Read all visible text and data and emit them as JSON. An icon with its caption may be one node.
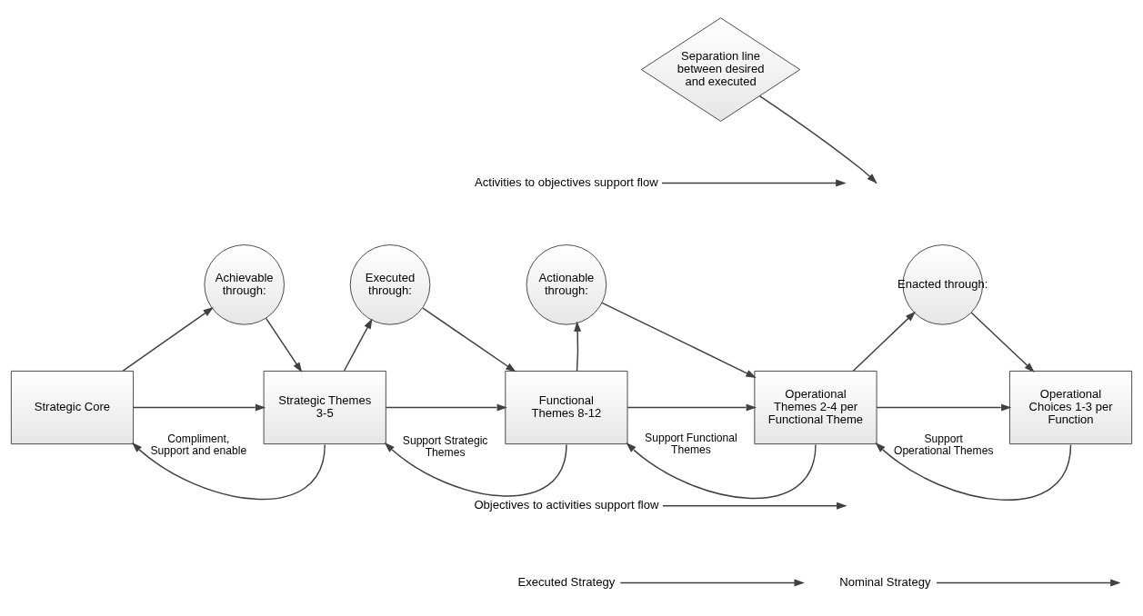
{
  "diagram": {
    "nodes": [
      {
        "text": [
          "Separation line between desired and executed"
        ]
      },
      {
        "text": [
          "Activities to objectives support flow"
        ]
      },
      {
        "text": [
          "Achievable through:"
        ]
      },
      {
        "text": [
          "Executed through:"
        ]
      },
      {
        "text": [
          "Actionable through:"
        ]
      },
      {
        "text": [
          "Enacted through:"
        ]
      },
      {
        "text": [
          "Strategic Core"
        ]
      },
      {
        "text": [
          "Strategic Themes 3-5"
        ]
      },
      {
        "text": [
          "Functional Themes 8-12"
        ]
      },
      {
        "text": [
          "Operational Themes 2-4 per Functional Theme"
        ]
      },
      {
        "text": [
          "Operational Choices 1-3 per Function"
        ]
      },
      {
        "text": [
          "Objectives to activities support flow"
        ]
      },
      {
        "text": [
          "Nominal Strategy"
        ]
      },
      {
        "text": [
          "Executed Strategy"
        ]
      }
    ],
    "edges": [
      {
        "from": 0,
        "to": null,
        "arrow": "to"
      },
      {
        "from": 1,
        "to": null,
        "arrow": "to"
      },
      {
        "from": 11,
        "to": null,
        "arrow": "to"
      },
      {
        "from": 12,
        "to": null,
        "arrow": "to"
      },
      {
        "from": 13,
        "to": null,
        "arrow": "to"
      },
      {
        "from": 6,
        "to": 2,
        "arrow": "to"
      },
      {
        "from": 2,
        "to": 7,
        "arrow": "to"
      },
      {
        "from": 7,
        "to": 3,
        "arrow": "to"
      },
      {
        "from": 3,
        "to": 8,
        "arrow": "to"
      },
      {
        "from": 8,
        "to": 4,
        "arrow": "to"
      },
      {
        "from": 4,
        "to": 9,
        "arrow": "to"
      },
      {
        "from": 9,
        "to": 5,
        "arrow": "to"
      },
      {
        "from": 5,
        "to": 10,
        "arrow": "to"
      },
      {
        "from": 6,
        "to": 7,
        "arrow": "to"
      },
      {
        "from": 7,
        "to": 8,
        "arrow": "to"
      },
      {
        "from": 8,
        "to": 9,
        "arrow": "to"
      },
      {
        "from": 9,
        "to": 10,
        "arrow": "to"
      },
      {
        "from": 7,
        "to": 6,
        "label": "Compliment, Support and enable",
        "arrow": "to"
      },
      {
        "from": 8,
        "to": 7,
        "label": "Support Strategic Themes",
        "arrow": "to"
      },
      {
        "from": 9,
        "to": 8,
        "label": "Support Functional Themes",
        "arrow": "to"
      },
      {
        "from": 10,
        "to": 9,
        "label": "Support Operational Themes",
        "arrow": "to"
      }
    ]
  }
}
